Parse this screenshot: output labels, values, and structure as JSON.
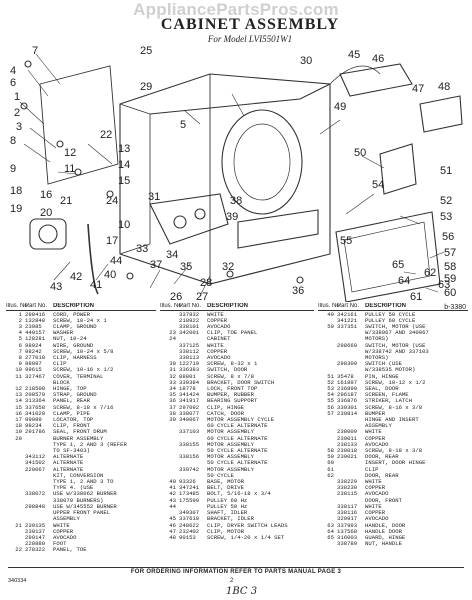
{
  "watermark": "AppliancePartsPros.com",
  "title": "CABINET ASSEMBLY",
  "subtitle": "For Model LVI5501W1",
  "diagram_code": "b-3380",
  "callouts": [
    "7",
    "25",
    "29",
    "4",
    "6",
    "1",
    "2",
    "3",
    "8",
    "12",
    "11",
    "9",
    "22",
    "13",
    "14",
    "15",
    "16",
    "19",
    "20",
    "21",
    "18",
    "24",
    "10",
    "17",
    "5",
    "44",
    "33",
    "31",
    "34",
    "35",
    "37",
    "40",
    "41",
    "42",
    "43",
    "38",
    "39",
    "30",
    "32",
    "26",
    "27",
    "28",
    "36",
    "45",
    "46",
    "47",
    "48",
    "49",
    "50",
    "51",
    "52",
    "53",
    "54",
    "55",
    "56",
    "57",
    "58",
    "59",
    "60",
    "61",
    "62",
    "63",
    "64",
    "65"
  ],
  "headers": {
    "illus_no": "Illus. No.",
    "part_no": "Part No.",
    "description": "DESCRIPTION"
  },
  "col1": [
    [
      "1",
      "298416",
      "CORD, POWER"
    ],
    [
      "2",
      "132848",
      "SCREW, 10-24 x 1"
    ],
    [
      "3",
      "23985",
      "CLAMP, GROUND"
    ],
    [
      "4",
      "449157",
      "WASHER"
    ],
    [
      "5",
      "128281",
      "NUT, 10-24"
    ],
    [
      "6",
      "98924",
      "WIRE, GROUND"
    ],
    [
      "7",
      "98242",
      "SCREW, 10-24 x 5/8"
    ],
    [
      "8",
      "277018",
      "CLIP, HARNESS"
    ],
    [
      "9",
      "98097",
      "CLIP"
    ],
    [
      "10",
      "99615",
      "SCREW, 10-16 x 1/2"
    ],
    [
      "11",
      "327467",
      "COVER, TERMINAL"
    ],
    [
      "",
      "",
      "BLOCK"
    ],
    [
      "12",
      "218508",
      "HINGE, TOP"
    ],
    [
      "13",
      "208579",
      "STRAP, GROUND"
    ],
    [
      "14",
      "313364",
      "PANEL, REAR"
    ],
    [
      "15",
      "337658",
      "SCREW, 8-18 x 7/16"
    ],
    [
      "16",
      "341029",
      "CLAMP, PIPE"
    ],
    [
      "17",
      "99989",
      "LOCATOR, TOP"
    ],
    [
      "18",
      "98234",
      "CLIP, FRONT"
    ],
    [
      "19",
      "291786",
      "SEAL, FRONT DRUM"
    ],
    [
      "20",
      "",
      "BURNER ASSEMBLY"
    ],
    [
      "",
      "",
      "TYPE 1, 2 AND 3 (REFER"
    ],
    [
      "",
      "",
      "TO SF-3403)"
    ],
    [
      "",
      "343112",
      "ALTERNATE"
    ],
    [
      "",
      "341502",
      "ALTERNATE"
    ],
    [
      "",
      "220067",
      "ALTERNATE"
    ],
    [
      "",
      "",
      "KIT, CONVERSION"
    ],
    [
      "",
      "",
      "TYPE 1, 2 AND 3 TO"
    ],
    [
      "",
      "",
      "TYPE 4. (USE"
    ],
    [
      "",
      "338072",
      "USE W/338062 BURNER"
    ],
    [
      "",
      "",
      "338070 BURNERS)"
    ],
    [
      "",
      "298848",
      "USE W/345552 BURNER"
    ],
    [
      "",
      "",
      "UPPER FRONT PANEL"
    ],
    [
      "",
      "",
      "ASSEMBLY"
    ],
    [
      "21",
      "239135",
      "WHITE"
    ],
    [
      "",
      "239137",
      "COPPER"
    ],
    [
      "",
      "299147",
      "AVOCADO"
    ],
    [
      "",
      "220880",
      "FOOT"
    ],
    [
      "22",
      "278322",
      "PANEL, TOE"
    ]
  ],
  "col2": [
    [
      "",
      "337832",
      "WHITE"
    ],
    [
      "",
      "218922",
      "COPPER"
    ],
    [
      "",
      "338101",
      "AVOCADO"
    ],
    [
      "23",
      "342001",
      "CLIP, TOE PANEL"
    ],
    [
      "24",
      "",
      "CABINET"
    ],
    [
      "",
      "337125",
      "WHITE"
    ],
    [
      "",
      "338112",
      "COPPER"
    ],
    [
      "",
      "338113",
      "AVOCADO"
    ],
    [
      "30",
      "122719",
      "SCREW, 8-32 x 1"
    ],
    [
      "31",
      "336383",
      "SWITCH, DOOR"
    ],
    [
      "32",
      "88801",
      "SCREW, 8 x 7/8"
    ],
    [
      "33",
      "339384",
      "BRACKET, DOOR SWITCH"
    ],
    [
      "34",
      "18778",
      "LOCK, FRONT TOP"
    ],
    [
      "35",
      "341424",
      "BUMPER, RUBBER"
    ],
    [
      "36",
      "341917",
      "BEARING SUPPORT"
    ],
    [
      "37",
      "297092",
      "CLIP, HINGE"
    ],
    [
      "38",
      "338077",
      "CATCH, DOOR"
    ],
    [
      "39",
      "340067",
      "MOTOR ASSEMBLY CYCLE"
    ],
    [
      "",
      "",
      "60 CYCLE ALTERNATE"
    ],
    [
      "",
      "337103",
      "MOTOR ASSEMBLY"
    ],
    [
      "",
      "",
      "60 CYCLE ALTERNATE"
    ],
    [
      "",
      "338155",
      "MOTOR ASSEMBLY"
    ],
    [
      "",
      "",
      "50 CYCLE ALTERNATE"
    ],
    [
      "",
      "338156",
      "MOTOR ASSEMBLY"
    ],
    [
      "",
      "",
      "50 CYCLE ALTERNATE"
    ],
    [
      "",
      "339742",
      "MOTOR ASSEMBLY"
    ],
    [
      "",
      "",
      "50 CYCLE"
    ],
    [
      "40",
      "93326",
      "BASE, MOTOR"
    ],
    [
      "41",
      "347241",
      "BELT, DRIVE"
    ],
    [
      "42",
      "173485",
      "BOLT, 5/16-18 x 3/4"
    ],
    [
      "43",
      "175599",
      "PULLEY 60 Hz"
    ],
    [
      "44",
      "",
      "PULLEY 50 Hz"
    ],
    [
      "",
      "349307",
      "SHAFT, IDLER"
    ],
    [
      "45",
      "337610",
      "BRACKET, IDLER"
    ],
    [
      "46",
      "240622",
      "CLIP, DRYER SWITCH LEADS"
    ],
    [
      "47",
      "232402",
      "CLIP, MOTOR"
    ],
    [
      "48",
      "90153",
      "SCREW, 1/4-20 x 1/4 SET"
    ]
  ],
  "col3": [
    [
      "49",
      "342161",
      "PULLEY 50 CYCLE"
    ],
    [
      "",
      "341221",
      "PULLEY 60 CYCLE"
    ],
    [
      "50",
      "337351",
      "SWITCH, MOTOR (USE"
    ],
    [
      "",
      "",
      "W/338967 AND 340967"
    ],
    [
      "",
      "",
      "MOTORS)"
    ],
    [
      "",
      "298669",
      "SWITCH, MOTOR (USE"
    ],
    [
      "",
      "",
      "W/338742 AND 337103"
    ],
    [
      "",
      "",
      "MOTORS)"
    ],
    [
      "",
      "298309",
      "SWITCH (USE"
    ],
    [
      "",
      "",
      "W/338535 MOTOR)"
    ],
    [
      "51",
      "35478",
      "PIN, HINGE"
    ],
    [
      "52",
      "161897",
      "SCREW, 10-12 x 1/2"
    ],
    [
      "53",
      "236899",
      "SEAL, DOOR"
    ],
    [
      "54",
      "296187",
      "SCREEN, FLAME"
    ],
    [
      "55",
      "336876",
      "STRIKER, LATCH"
    ],
    [
      "56",
      "339301",
      "SCREW, 8-16 x 3/8"
    ],
    [
      "57",
      "239814",
      "BUMPER"
    ],
    [
      "",
      "",
      "HINGE AND INSERT"
    ],
    [
      "",
      "",
      "ASSEMBLY"
    ],
    [
      "",
      "238009",
      "WHITE"
    ],
    [
      "",
      "239011",
      "COPPER"
    ],
    [
      "",
      "238133",
      "AVOCADO"
    ],
    [
      "58",
      "238018",
      "SCREW, 8-18 x 3/8"
    ],
    [
      "59",
      "239021",
      "DOOR, REAR"
    ],
    [
      "60",
      "",
      "INSERT, DOOR HINGE"
    ],
    [
      "61",
      "",
      "CLIP"
    ],
    [
      "62",
      "",
      "DOOR, REAR"
    ],
    [
      "",
      "338229",
      "WHITE"
    ],
    [
      "",
      "338230",
      "COPPER"
    ],
    [
      "",
      "238115",
      "AVOCADO"
    ],
    [
      "",
      "",
      "DOOR, FRONT"
    ],
    [
      "",
      "338117",
      "WHITE"
    ],
    [
      "",
      "338116",
      "COPPER"
    ],
    [
      "",
      "329917",
      "AVOCADO"
    ],
    [
      "63",
      "337993",
      "HANDLE, DOOR"
    ],
    [
      "64",
      "137568",
      "HANDLE DOOR"
    ],
    [
      "65",
      "316003",
      "GUARD, HINGE"
    ],
    [
      "",
      "338789",
      "NUT, HANDLE"
    ]
  ],
  "footer": "FOR ORDERING INFORMATION REFER TO PARTS MANUAL PAGE 3",
  "page_code": "340334",
  "page_number": "2",
  "handwriting": "1BC 3"
}
